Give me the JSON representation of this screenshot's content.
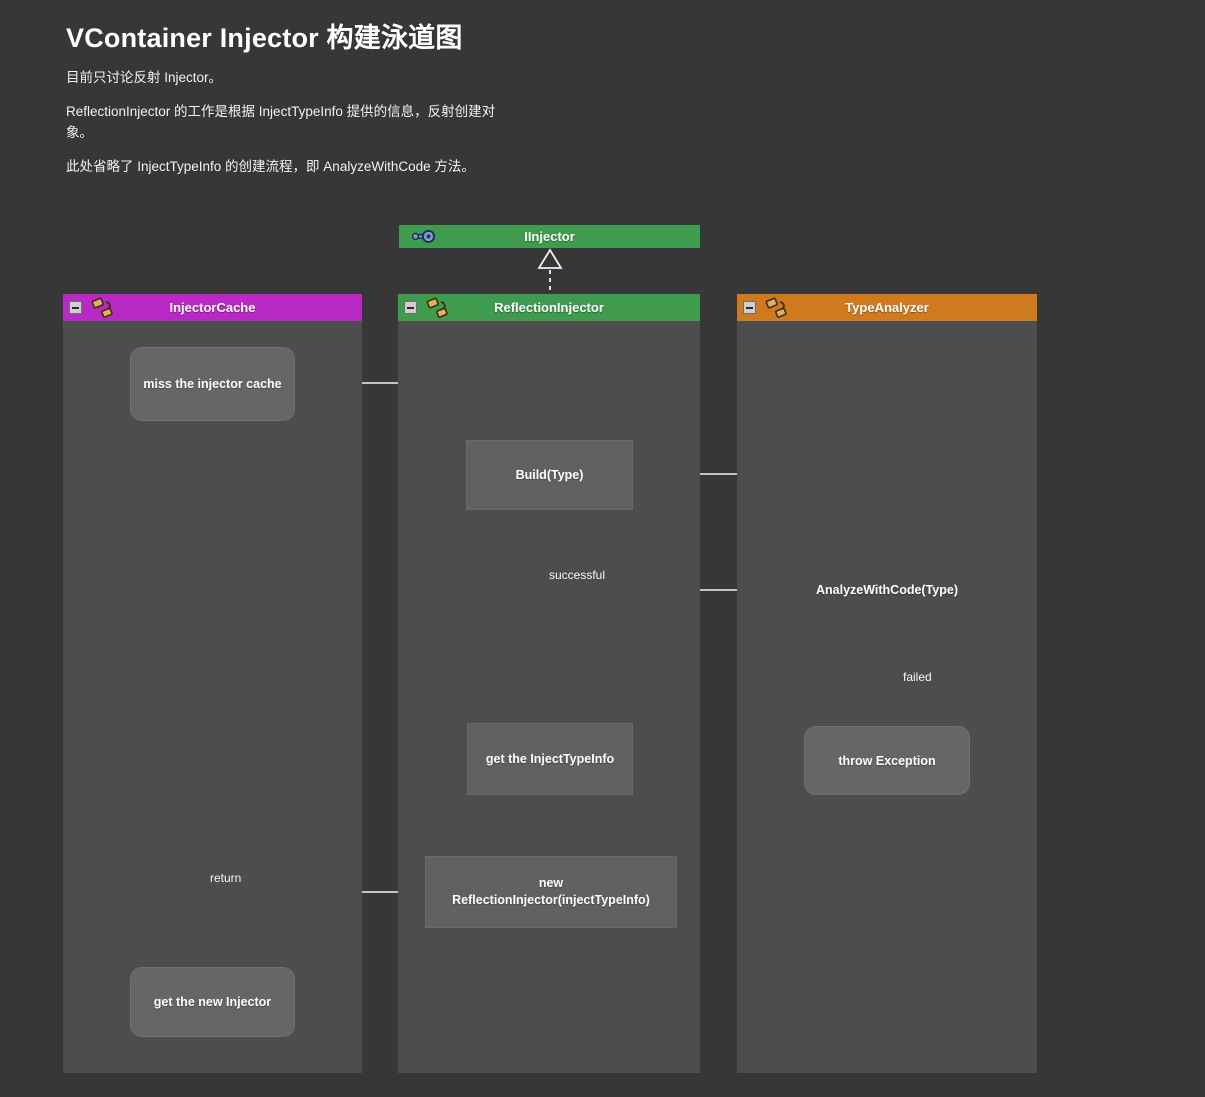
{
  "title": "VContainer Injector 构建泳道图",
  "description": [
    "目前只讨论反射 Injector。",
    "ReflectionInjector 的工作是根据 InjectTypeInfo 提供的信息，反射创建对象。",
    "此处省略了 InjectTypeInfo 的创建流程，即 AnalyzeWithCode 方法。"
  ],
  "interface_node": {
    "label": "IInjector",
    "icon": "key-icon",
    "color": "#3F9B4E"
  },
  "lanes": [
    {
      "label": "InjectorCache",
      "color": "#B92AC4",
      "icon": "class-icon"
    },
    {
      "label": "ReflectionInjector",
      "color": "#3F9B4E",
      "icon": "class-icon"
    },
    {
      "label": "TypeAnalyzer",
      "color": "#D07A1F",
      "icon": "class-icon"
    }
  ],
  "nodes": {
    "miss_cache": {
      "label": "miss the injector cache",
      "shape": "rounded"
    },
    "build": {
      "label": "Build(Type)",
      "shape": "rect"
    },
    "analyze": {
      "label": "AnalyzeWithCode(Type)",
      "shape": "diamond"
    },
    "get_info": {
      "label": "get the InjectTypeInfo",
      "shape": "rect"
    },
    "new_reflection": {
      "line1": "new",
      "line2": "ReflectionInjector(injectTypeInfo)",
      "shape": "rect"
    },
    "get_new_injector": {
      "label": "get the new Injector",
      "shape": "rounded"
    },
    "throw_exception": {
      "label": "throw Exception",
      "shape": "rounded"
    }
  },
  "edge_labels": {
    "successful": "successful",
    "failed": "failed",
    "return": "return"
  },
  "colors": {
    "background": "#373737",
    "lane_body": "#4d4d4d",
    "node_fill": "#616161",
    "rounded_node_fill": "#666666",
    "diamond_fill": "#5e5e5e",
    "connector": "#f2f2f2",
    "injector_cache_header": "#B92AC4",
    "reflection_injector_header": "#3F9B4E",
    "type_analyzer_header": "#D07A1F"
  }
}
